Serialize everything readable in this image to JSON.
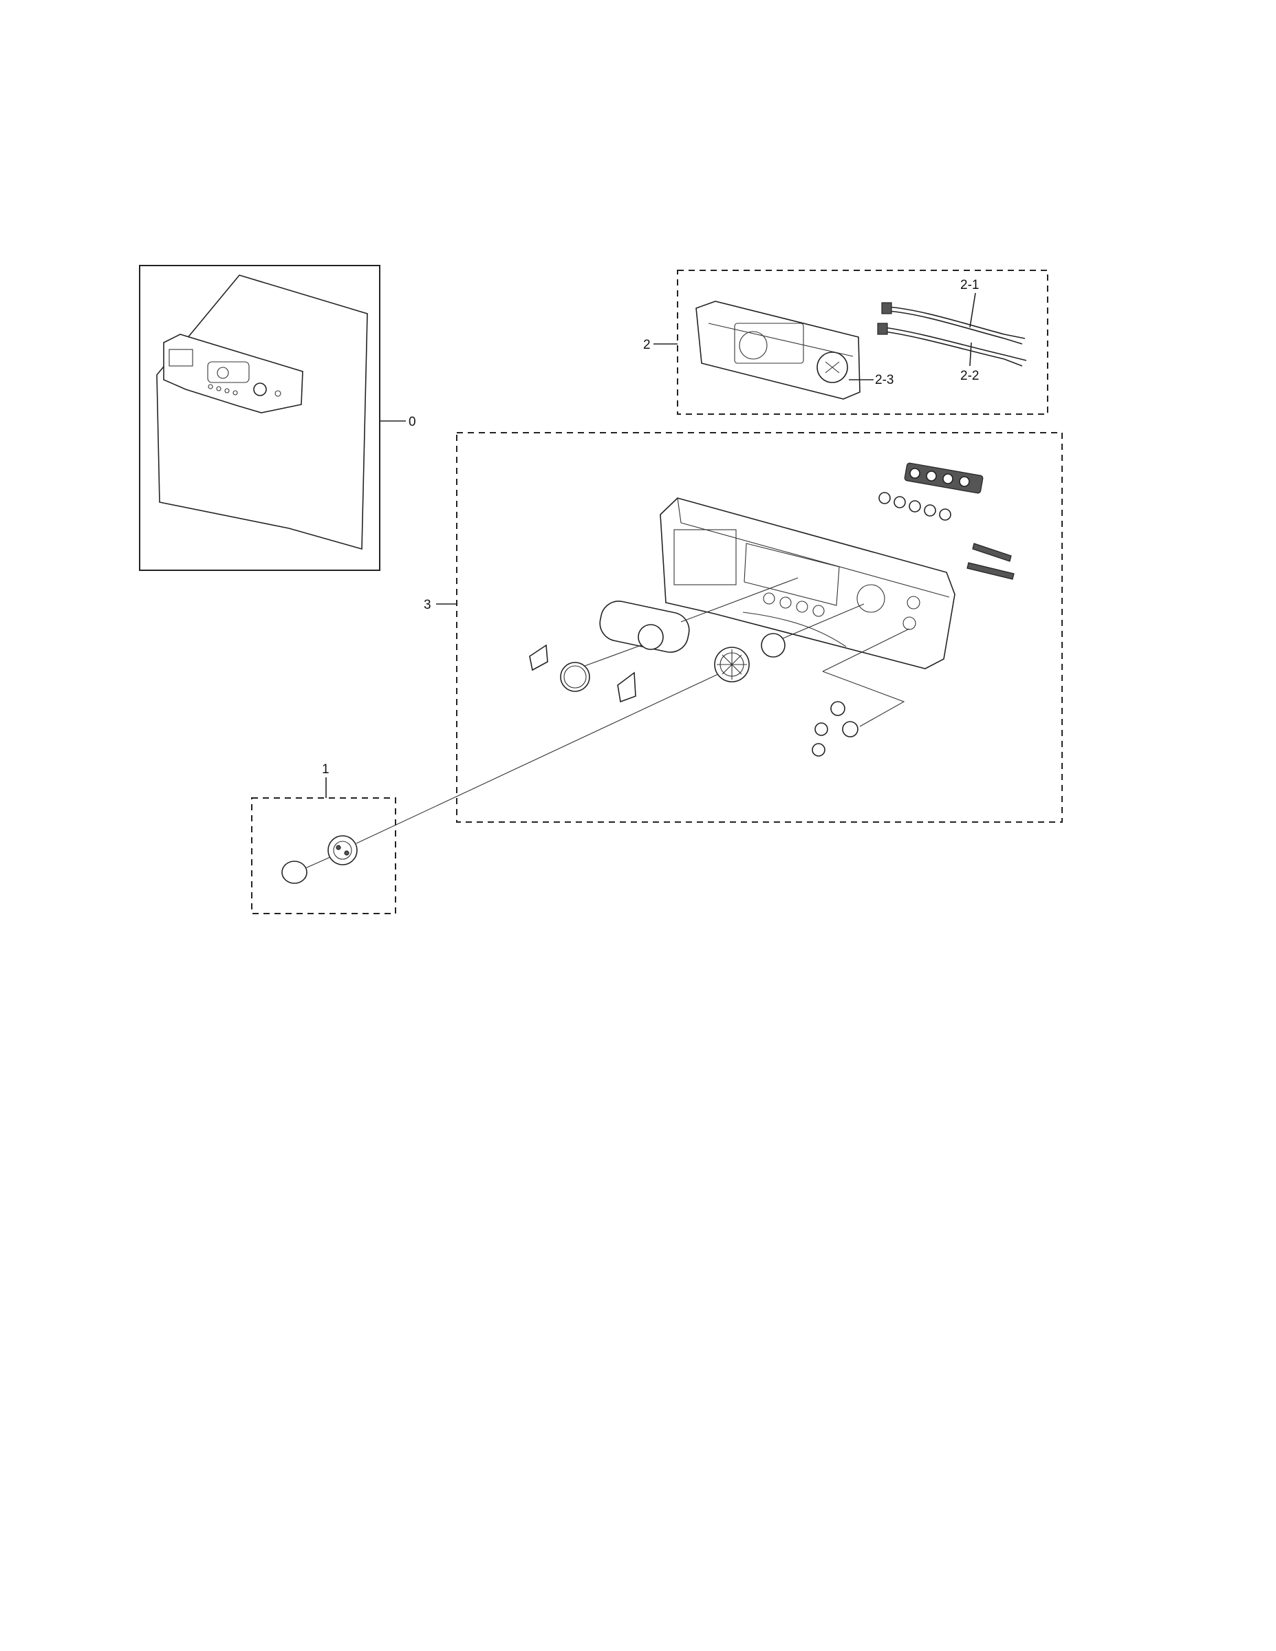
{
  "callouts": {
    "assembly": "0",
    "knob": "1",
    "pcb_assembly": "2",
    "wire_harness_a": "2-1",
    "wire_harness_b": "2-2",
    "pcb_part": "2-3",
    "control_panel": "3"
  },
  "colors": {
    "line": "#222222",
    "background": "#ffffff"
  }
}
